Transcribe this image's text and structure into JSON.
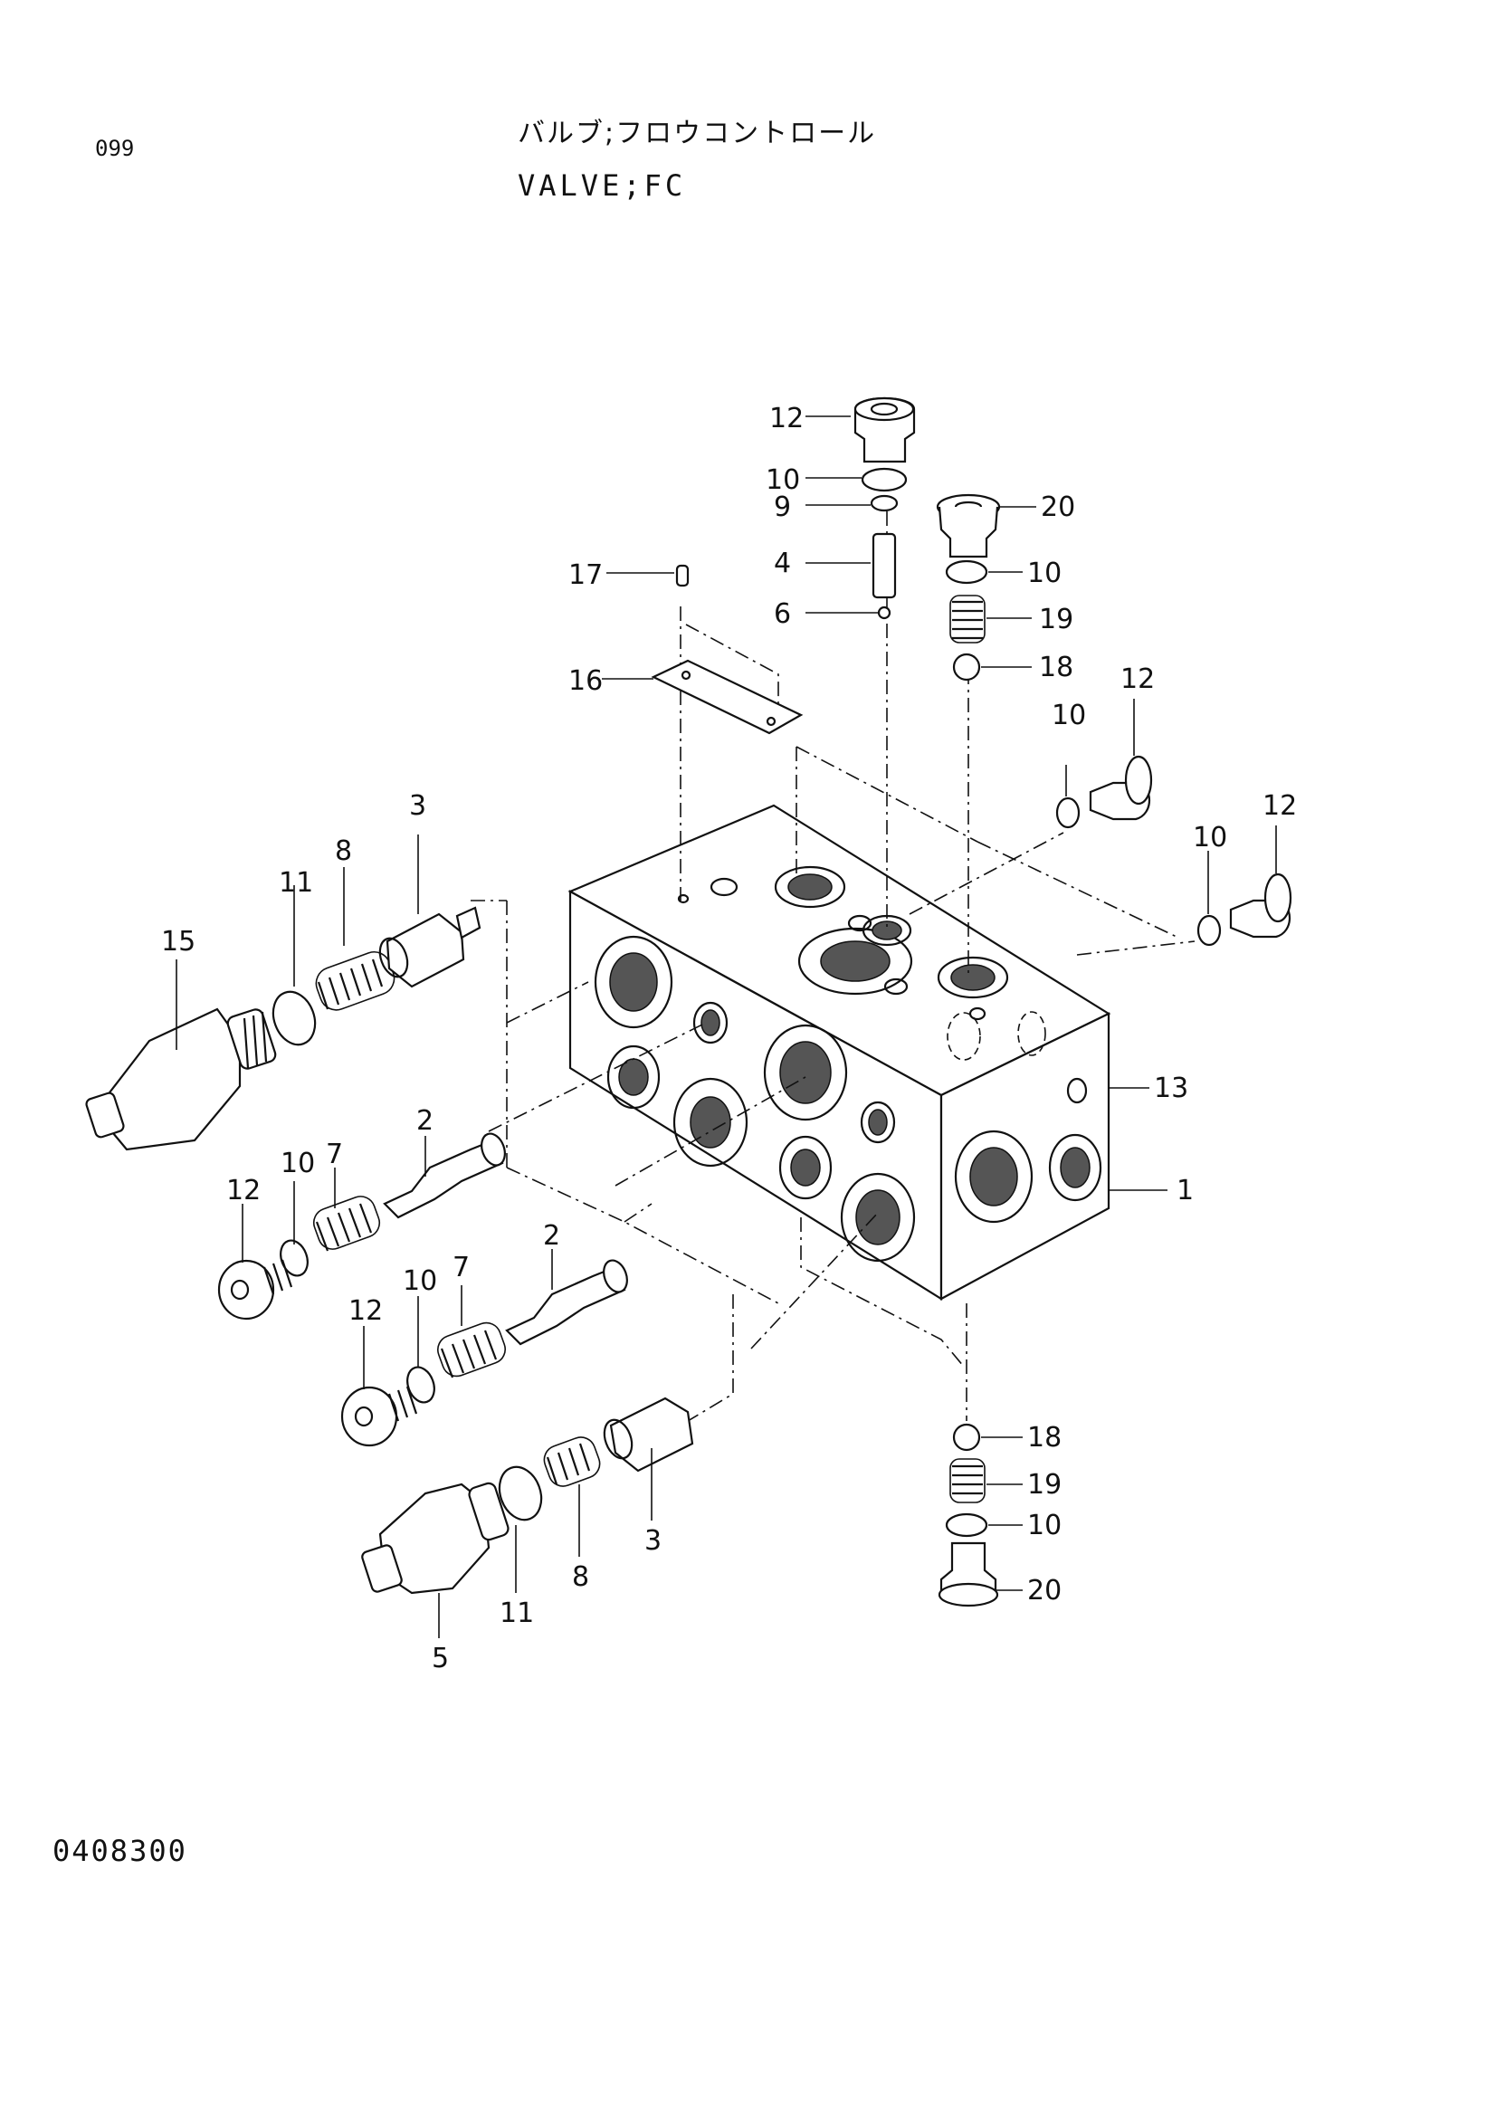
{
  "header": {
    "page_number": "099",
    "title_jp": "バルブ;フロウコントロール",
    "title_en": "VALVE;FC"
  },
  "footer": {
    "figure_code": "0408300"
  },
  "callouts": {
    "top_plug": "12",
    "top_oring": "10",
    "top_ring": "9",
    "top_spool": "4",
    "top_ball": "6",
    "plate_screw": "17",
    "plate": "16",
    "right_plug_top": "20",
    "right_oring_top": "10",
    "right_spring_top": "19",
    "right_ball_top": "18",
    "side_oring_a": "10",
    "side_plug_a": "12",
    "side_oring_b": "10",
    "side_plug_b": "12",
    "left_piston": "3",
    "left_spring": "8",
    "left_oring": "11",
    "left_fitting": "15",
    "spool_upper": "2",
    "spring_upper": "7",
    "oring_upper": "10",
    "plug_upper": "12",
    "spool_lower": "2",
    "spring_lower": "7",
    "oring_lower": "10",
    "plug_lower": "12",
    "body_port": "13",
    "body": "1",
    "bottom_ball": "18",
    "bottom_spring": "19",
    "bottom_oring": "10",
    "bottom_plug": "20",
    "lower_piston": "3",
    "lower_spring": "8",
    "lower_oring": "11",
    "lower_fitting": "5"
  }
}
